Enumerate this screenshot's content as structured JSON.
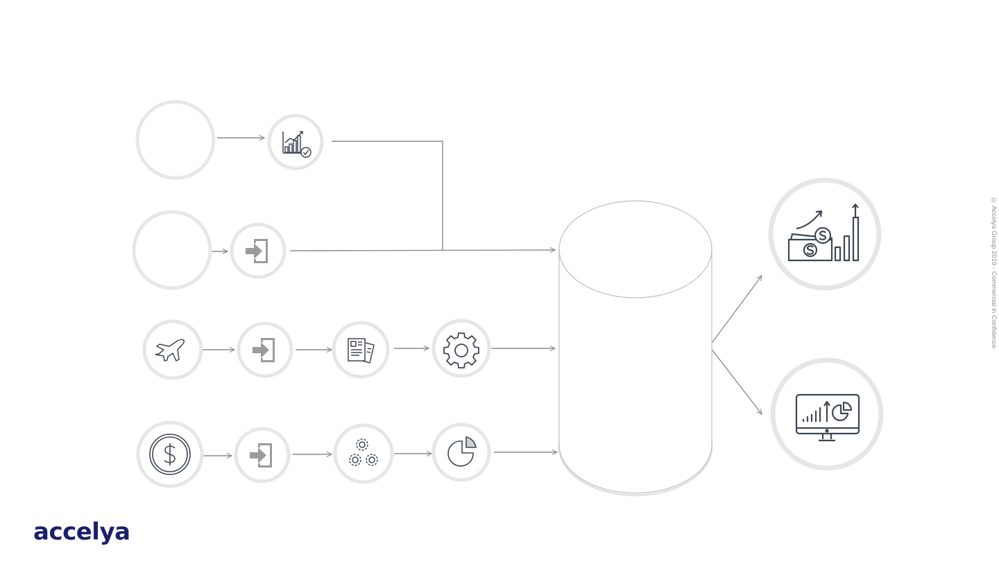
{
  "brand": {
    "name": "accelya",
    "color": "#1b1f6b"
  },
  "copyright": "© Accelya Group 2019 - Commercial in Confidence",
  "colors": {
    "ring": "#e6e6e6",
    "connector": "#8c8c8c",
    "icon_dark": "#3d4654",
    "icon_grey": "#9b9b9b"
  },
  "icons": [
    "chart-growth-check-icon",
    "login-icon",
    "airplane-icon",
    "documents-icon",
    "gear-icon",
    "dollar-coin-icon",
    "gears-cluster-icon",
    "pie-chart-icon",
    "revenue-growth-icon",
    "monitor-analytics-icon",
    "database-cylinder"
  ]
}
